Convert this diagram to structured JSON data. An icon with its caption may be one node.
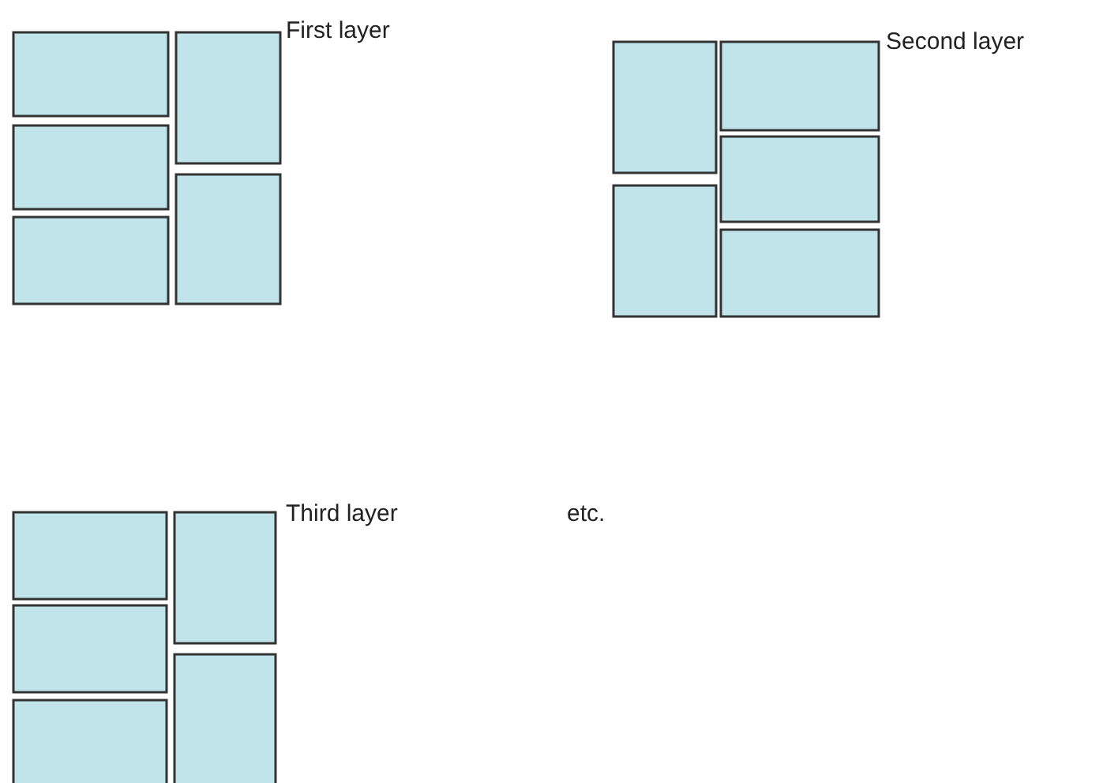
{
  "diagram": {
    "labels": [
      "First layer",
      "Second layer",
      "Third layer",
      "etc."
    ]
  }
}
